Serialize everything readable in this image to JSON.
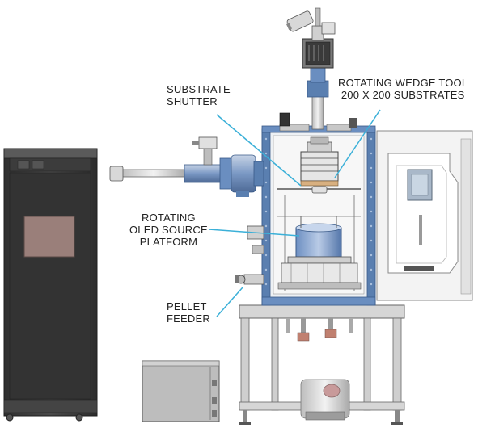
{
  "labels": {
    "substrate_shutter": [
      "SUBSTRATE",
      "SHUTTER"
    ],
    "rotating_wedge": [
      "ROTATING WEDGE TOOL",
      "200 X 200 SUBSTRATES"
    ],
    "rotating_platform": [
      "ROTATING",
      "OLED SOURCE",
      "PLATFORM"
    ],
    "pellet_feeder": [
      "PELLET",
      "FEEDER"
    ]
  },
  "colors": {
    "callout_line": "#3bb0d8",
    "chamber_frame": "#5a7fb0",
    "cabinet": "#3a3a3a",
    "cabinet_window": "#9a7f7a",
    "metal_light": "#d8d8d8",
    "metal_mid": "#a8a8a8",
    "tube_blue": "#6a8ec0"
  }
}
